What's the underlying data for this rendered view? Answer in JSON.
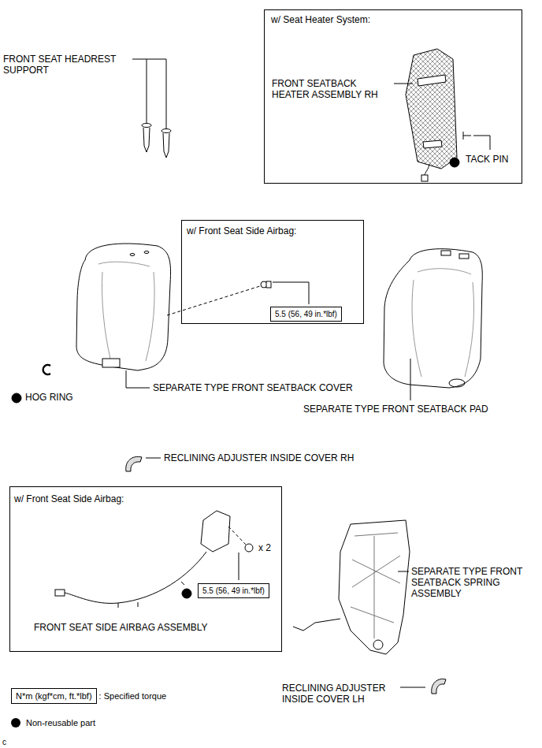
{
  "diagram": {
    "nodes": [
      {
        "text": [
          "w/ Seat Heater System:",
          "FRONT SEATBACK HEATER ASSEMBLY RH",
          "TACK PIN"
        ]
      },
      {
        "text": [
          "w/ Front Seat Side Airbag:"
        ]
      },
      {
        "text": [
          "5.5 (56, 49 in.*lbf)"
        ],
        "in": 1
      },
      {
        "text": [
          "w/ Front Seat Side Airbag:",
          "x 2",
          "FRONT SEAT SIDE AIRBAG ASSEMBLY"
        ]
      },
      {
        "text": [
          "5.5 (56, 49 in.*lbf)"
        ],
        "in": 3
      },
      {
        "text": [
          "N*m (kgf*cm, ft.*lbf)"
        ]
      }
    ],
    "labels": [
      "FRONT SEAT HEADREST SUPPORT",
      "HOG RING",
      "SEPARATE TYPE FRONT SEATBACK COVER",
      "SEPARATE TYPE FRONT SEATBACK PAD",
      "RECLINING ADJUSTER INSIDE COVER RH",
      "SEPARATE TYPE FRONT SEATBACK SPRING ASSEMBLY",
      "RECLINING ADJUSTER INSIDE COVER LH",
      "c"
    ],
    "legend": [
      {
        "text": ": Specified torque"
      },
      {
        "text": "Non-reusable part"
      }
    ]
  }
}
